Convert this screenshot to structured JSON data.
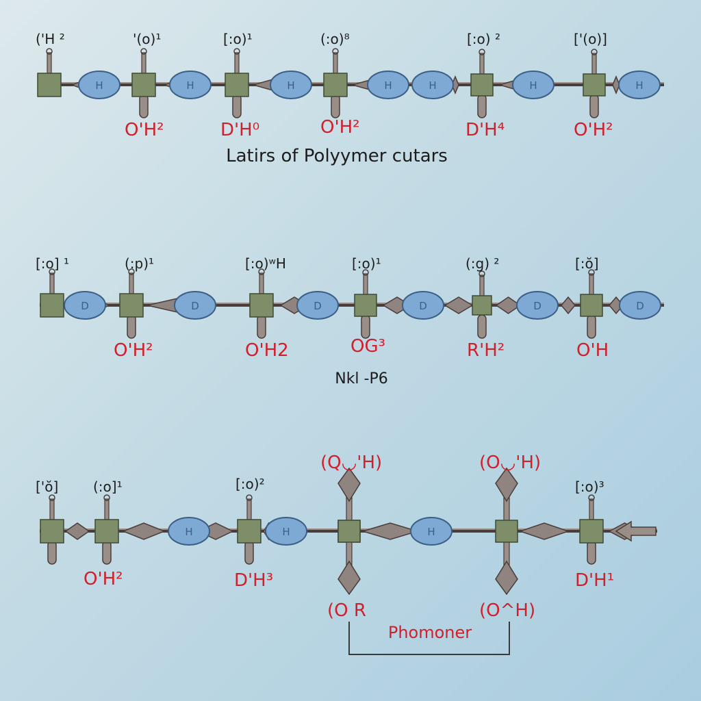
{
  "colors": {
    "box": "#7d8e68",
    "boxStroke": "#404a34",
    "bead": "#7ea9d4",
    "beadStroke": "#3c5f86",
    "cone": "#8f8480",
    "coneStroke": "#4a3c38",
    "stem": "#9a8e88",
    "black": "#1c1c1c",
    "red": "#d0202c",
    "bracket": "#3a3a3a"
  },
  "rows": [
    {
      "caption": "Latirs of Polyymer cutars",
      "beadLabel": "H",
      "top_labels": [
        "('H ²",
        "'(o)¹",
        "[:o)¹",
        "(:o)⁸",
        "[:o) ²",
        "['(o)]"
      ],
      "bottom_labels": [
        "O'H²",
        "D'H⁰",
        "O'H²",
        "D'H⁴",
        "O'H²"
      ]
    },
    {
      "caption": "Nkl -P6",
      "beadLabel": "D",
      "top_labels": [
        "[:o] ¹",
        "(:p)¹",
        "[:o)ʷH",
        "[:o)¹",
        "(:g) ²",
        "[:ŏ]"
      ],
      "bottom_labels": [
        "O'H²",
        "O'H2",
        "OG³",
        "R'H²",
        "O'H"
      ]
    },
    {
      "caption": "Phomoner",
      "beadLabel": "H",
      "top_labels": [
        "['ŏ]",
        "(:o]¹",
        "[:o)²",
        "(Q◡'H)",
        "(O◡'H)",
        "[:o)³"
      ],
      "bottom_labels": [
        "O'H²",
        "D'H³",
        "(O R",
        "(O^H)",
        "D'H¹"
      ]
    }
  ]
}
